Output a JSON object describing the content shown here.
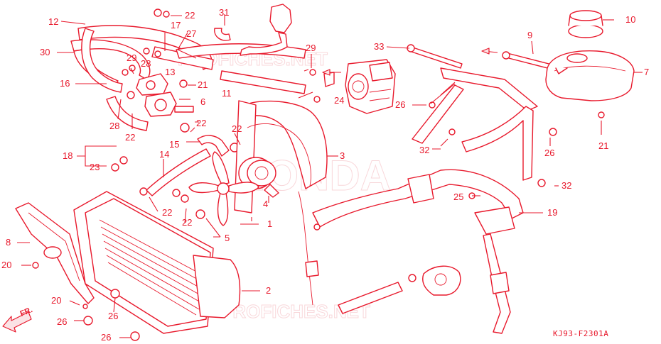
{
  "diagram": {
    "code": "KJ93-F2301A",
    "direction_label": "FR.",
    "watermark": "PROFICHES.NET",
    "brand_watermark": "HONDA",
    "callouts": [
      "12",
      "22",
      "31",
      "10",
      "30",
      "17",
      "27",
      "9",
      "33",
      "7",
      "29",
      "28",
      "13",
      "21",
      "16",
      "11",
      "6",
      "24",
      "26",
      "28",
      "22",
      "22",
      "15",
      "22",
      "3",
      "32",
      "18",
      "23",
      "14",
      "4",
      "25",
      "32",
      "21",
      "26",
      "22",
      "22",
      "1",
      "5",
      "19",
      "8",
      "20",
      "2",
      "20",
      "26",
      "26",
      "26"
    ]
  }
}
